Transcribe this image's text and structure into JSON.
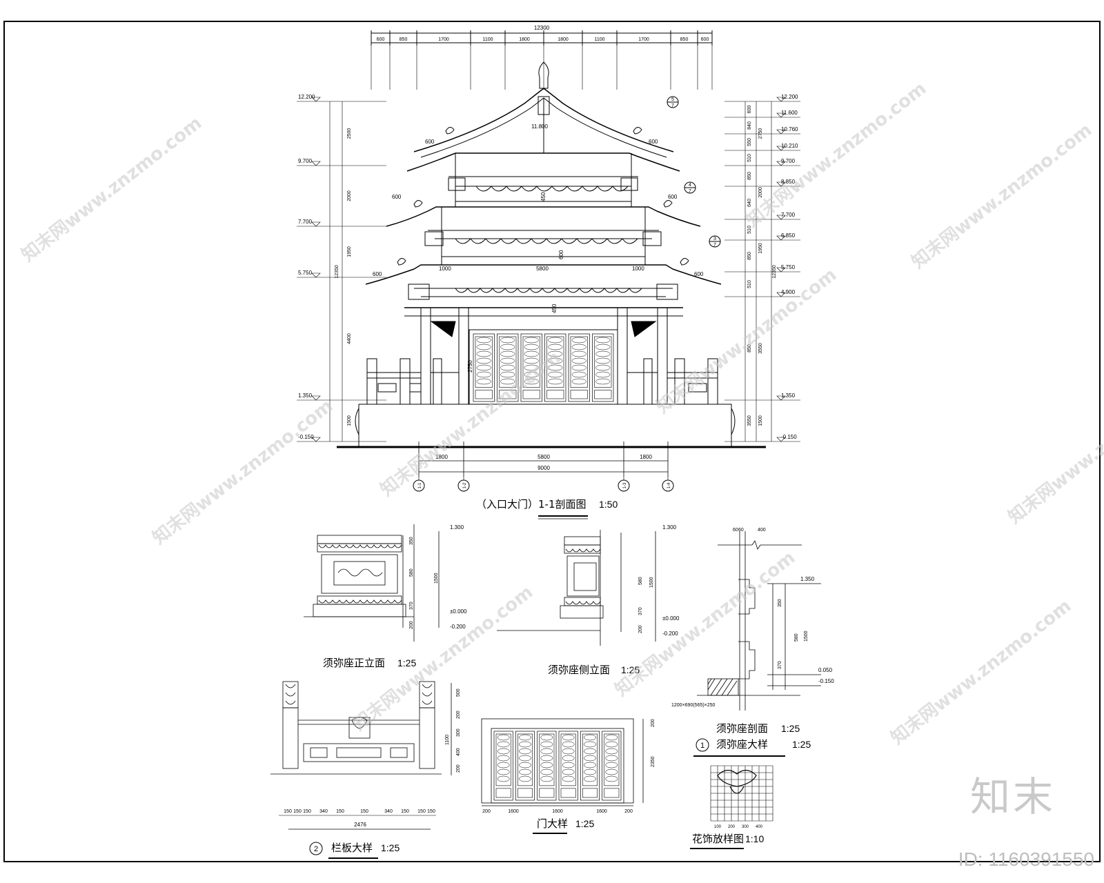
{
  "titles": {
    "main": "（入口大门）1-1剖面图",
    "main_scale": "1:50",
    "plinth_front": "须弥座正立面",
    "plinth_front_scale": "1:25",
    "plinth_side": "须弥座侧立面",
    "plinth_side_scale": "1:25",
    "plinth_section": "须弥座剖面",
    "plinth_section_scale": "1:25",
    "plinth_detail_num": "1",
    "plinth_detail": "须弥座大样",
    "plinth_detail_scale": "1:25",
    "rail_num": "2",
    "rail": "栏板大样",
    "rail_scale": "1:25",
    "door": "门大样",
    "door_scale": "1:25",
    "ornament": "花饰放样图",
    "ornament_scale": "1:10"
  },
  "elevations_left": [
    "12.200",
    "9.700",
    "7.700",
    "5.750",
    "1.350",
    "-0.150"
  ],
  "elevations_right": [
    "12.200",
    "11.600",
    "10.760",
    "10.210",
    "9.700",
    "8.850",
    "7.700",
    "6.850",
    "5.750",
    "4.900",
    "1.350",
    "-0.150"
  ],
  "dims_top_total": "12300",
  "dims_top": [
    "600",
    "850",
    "1700",
    "1100",
    "1800",
    "1800",
    "1100",
    "1700",
    "850",
    "600"
  ],
  "dims_left_chain": [
    "2500",
    "2000",
    "1950",
    "4400",
    "1500"
  ],
  "dims_left_total": "12350",
  "dims_right_chain": [
    "600",
    "840",
    "550",
    "510",
    "850",
    "640",
    "510",
    "850",
    "510",
    "850",
    "3550",
    "1500"
  ],
  "dims_right_sub": [
    "2750",
    "2000",
    "1950",
    "3550",
    "1500"
  ],
  "dims_right_total": "12350",
  "dims_bottom": [
    "1800",
    "5800",
    "1800"
  ],
  "dims_bottom_total": "9000",
  "axes": [
    "1-1",
    "1-2",
    "1-3",
    "1-4"
  ],
  "interior_dims": [
    "11.800",
    "600",
    "600",
    "600",
    "450",
    "600",
    "1000",
    "5800",
    "600",
    "1000",
    "450",
    "2750",
    "600",
    "600",
    "600"
  ],
  "detail_refs": [
    {
      "num": "5",
      "sheet": "7"
    },
    {
      "num": "4",
      "sheet": "7"
    },
    {
      "num": "3",
      "sheet": "7"
    }
  ],
  "plinth_levels": [
    "1.300",
    "±0.000",
    "-0.200"
  ],
  "plinth_dims": [
    "350",
    "580",
    "370",
    "1500",
    "200"
  ],
  "section_dims_top": [
    "60",
    "60",
    "400"
  ],
  "section_levels": [
    "1.350",
    "0.050",
    "-0.150"
  ],
  "section_note": "1200×690(565)×250",
  "rail_dims_v": [
    "500",
    "200",
    "300",
    "400",
    "200",
    "1100"
  ],
  "rail_dims_h": [
    "150",
    "150",
    "150",
    "340",
    "150",
    "150",
    "340",
    "150",
    "150",
    "150"
  ],
  "rail_total": "2476",
  "door_dims": [
    "200",
    "1600",
    "1600",
    "1600",
    "200"
  ],
  "door_dims_v": [
    "200",
    "2350"
  ],
  "ornament_dims": [
    "100",
    "200",
    "300",
    "400"
  ],
  "watermark": "知末网www.znzmo.com",
  "brand": "知末",
  "id_label": "ID: 1160391550"
}
